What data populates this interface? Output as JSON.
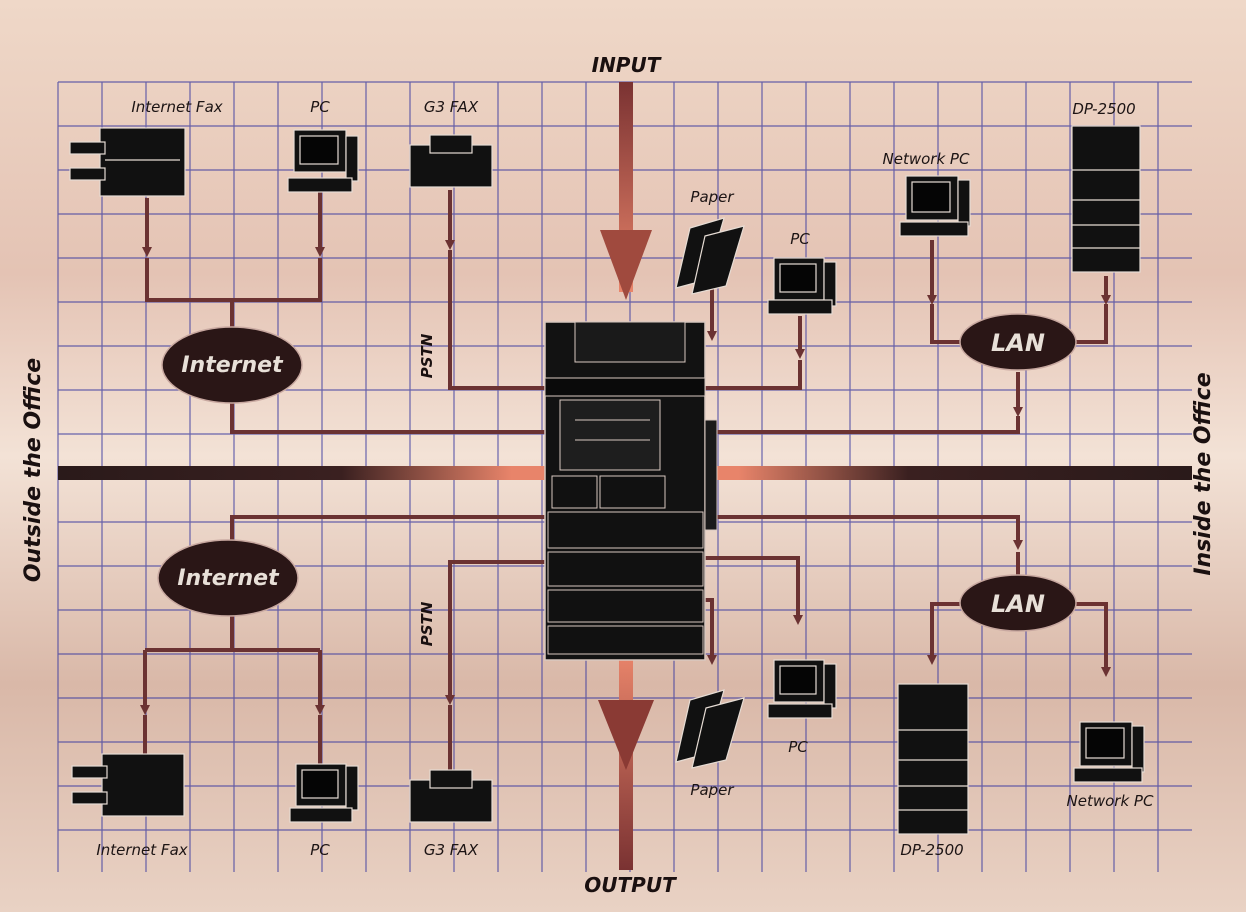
{
  "titles": {
    "input": "INPUT",
    "output": "OUTPUT",
    "outside": "Outside the Office",
    "inside": "Inside the Office"
  },
  "hubs": {
    "internet_top": "Internet",
    "internet_bottom": "Internet",
    "lan_top": "LAN",
    "lan_bottom": "LAN"
  },
  "labels": {
    "top_internet_fax": "Internet Fax",
    "top_pc": "PC",
    "top_g3fax": "G3 FAX",
    "top_paper": "Paper",
    "top_pc_center": "PC",
    "top_network_pc": "Network PC",
    "top_dp2500": "DP-2500",
    "pstn_top": "PSTN",
    "pstn_bottom": "PSTN",
    "bottom_internet_fax": "Internet Fax",
    "bottom_pc": "PC",
    "bottom_g3fax": "G3 FAX",
    "bottom_paper": "Paper",
    "bottom_pc_center": "PC",
    "bottom_dp2500": "DP-2500",
    "bottom_network_pc": "Network PC"
  },
  "colors": {
    "grid": "#3a3aa0",
    "connector": "#6b3232",
    "main_bar": "#2a1a1a",
    "glow": "#e8846a"
  }
}
